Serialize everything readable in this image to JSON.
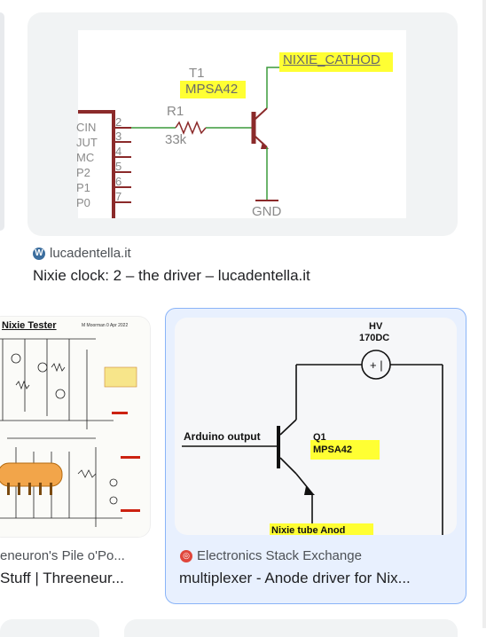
{
  "top_result": {
    "source": "lucadentella.it",
    "title": "Nixie clock: 2 – the driver – lucadentella.it",
    "source_icon": "wordpress-icon",
    "image": {
      "t1_label": "T1",
      "part": "MPSA42",
      "r1_label": "R1",
      "r1_value": "33k",
      "cathode_label": "NIXIE_CATHOD",
      "gnd_label": "GND",
      "pins": [
        "2",
        "3",
        "4",
        "5",
        "6",
        "7"
      ],
      "pin_labels": [
        "CIN",
        "JUT",
        "MC",
        "P2",
        "P1",
        "P0"
      ]
    }
  },
  "left_result": {
    "source": "eneuron's Pile o'Po...",
    "title": "Stuff | Threeneur...",
    "image": {
      "header": "Nixie Tester",
      "date": "M Moorman 0 Apr 2022"
    }
  },
  "right_result": {
    "source": "Electronics Stack Exchange",
    "title": "multiplexer - Anode driver for Nix...",
    "source_icon": "stackexchange-icon",
    "image": {
      "hv": "HV",
      "hv_value": "170DC",
      "input_label": "Arduino output",
      "q_label": "Q1",
      "part": "MPSA42",
      "anode_label": "Nixie tube Anod"
    }
  },
  "colors": {
    "highlight": "#ffff33",
    "selected_card_bg": "#e8f0fe",
    "selected_card_border": "#8ab4f8",
    "pcb_red": "#8b2a2a",
    "schematic_green": "#3a9a3a"
  }
}
